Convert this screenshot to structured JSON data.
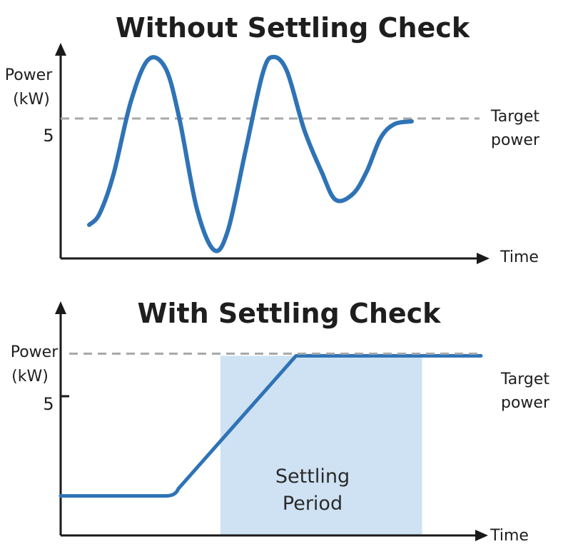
{
  "chart_data": [
    {
      "type": "line",
      "title": "Without Settling Check",
      "ylabel_line1": "Power",
      "ylabel_line2": "(kW)",
      "xlabel": "Time",
      "yticks": [
        "5"
      ],
      "ylim": [
        0,
        7.4
      ],
      "xlim": [
        0,
        10
      ],
      "target": {
        "value": 5,
        "label_line1": "Target",
        "label_line2": "power"
      },
      "series": [
        {
          "color": "#2f73b6",
          "x": [
            0.0,
            0.3,
            0.7,
            1.2,
            1.7,
            2.2,
            2.6,
            3.1,
            3.6,
            4.0,
            4.5,
            5.0,
            5.3,
            5.7,
            6.2,
            6.7,
            7.1,
            7.6,
            8.0,
            8.4,
            8.8,
            9.3
          ],
          "y": [
            1.2,
            1.6,
            3.0,
            5.6,
            7.1,
            6.8,
            5.0,
            1.8,
            0.3,
            1.0,
            3.8,
            6.6,
            7.2,
            6.7,
            4.6,
            3.1,
            2.1,
            2.3,
            3.1,
            4.3,
            4.8,
            4.9
          ]
        }
      ],
      "grid": false
    },
    {
      "type": "area",
      "title": "With Settling Check",
      "ylabel_line1": "Power",
      "ylabel_line2": "(kW)",
      "xlabel": "Time",
      "yticks": [
        "5"
      ],
      "ylim": [
        0,
        6.2
      ],
      "xlim": [
        0,
        10
      ],
      "target": {
        "value": 5,
        "label_line1": "Target",
        "label_line2": "power"
      },
      "settling_period": {
        "x_start": 3.8,
        "x_end": 8.6,
        "label_line1": "Settling",
        "label_line2": "Period",
        "color": "#cfe2f3"
      },
      "series": [
        {
          "color": "#2f73b6",
          "x": [
            0.0,
            2.5,
            2.8,
            5.6,
            10.0
          ],
          "y": [
            1.1,
            1.1,
            1.3,
            5.0,
            5.0
          ]
        }
      ],
      "grid": false
    }
  ]
}
